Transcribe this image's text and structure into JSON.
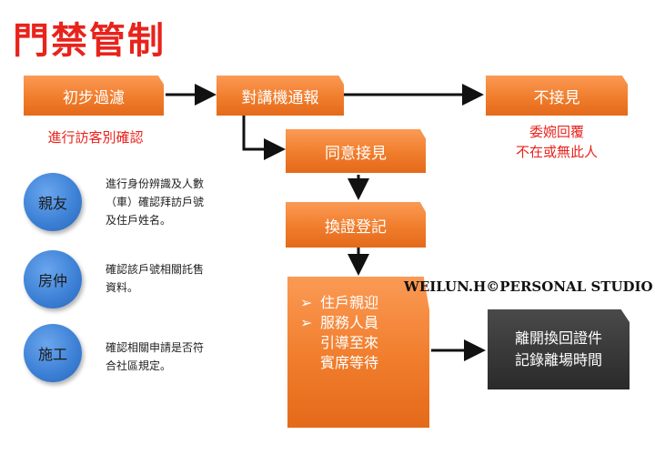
{
  "title": "門禁管制",
  "boxes": {
    "initial": "初步過濾",
    "intercom": "對講機通報",
    "decline": "不接見",
    "accept": "同意接見",
    "exchange": "換證登記",
    "leave_line1": "離開換回證件",
    "leave_line2": "記錄離場時間"
  },
  "notes": {
    "verify": "進行訪客別確認",
    "decline_line1": "委婉回覆",
    "decline_line2": "不在或無此人"
  },
  "bullets": {
    "marker": "➢",
    "item1": "住戶親迎",
    "item2_line1": "服務人員",
    "item2_line2": "引導至來",
    "item2_line3": "賓席等待"
  },
  "visitor_types": [
    {
      "label": "親友",
      "desc_lines": [
        "進行身份辨識及人數",
        "（車）確認拜訪戶號",
        "及住戶姓名。"
      ]
    },
    {
      "label": "房仲",
      "desc_lines": [
        "確認該戶號相關託售",
        "資料。"
      ]
    },
    {
      "label": "施工",
      "desc_lines": [
        "確認相關申請是否符",
        "合社區規定。"
      ]
    }
  ],
  "watermark": "WEILUN.H©PERSONAL STUDIO",
  "colors": {
    "title": "#e8231c",
    "orange": "#f07d2c",
    "blue": "#3b7fd4",
    "dark": "#2a2a2a"
  }
}
